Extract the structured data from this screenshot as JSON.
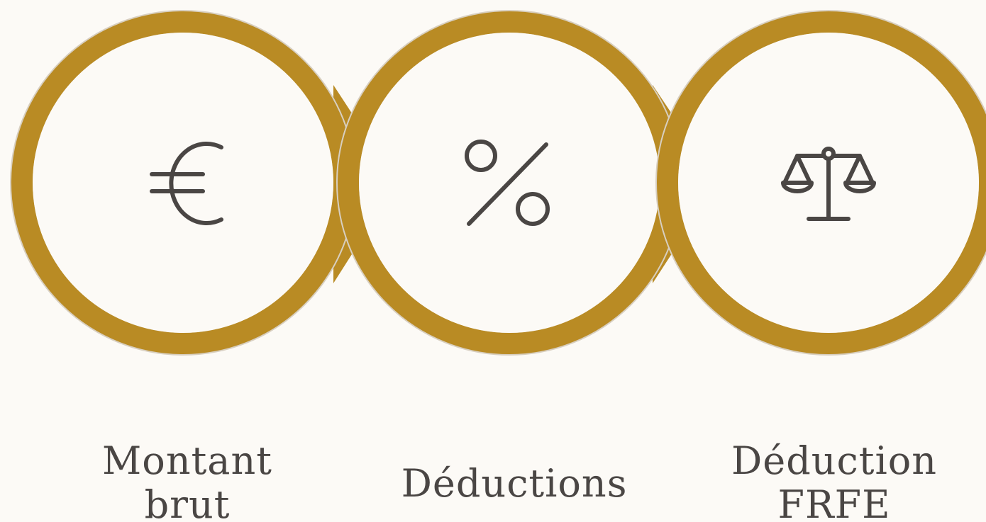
{
  "steps": [
    {
      "icon": "euro-icon",
      "label_lines": [
        "Montant",
        "brut"
      ]
    },
    {
      "icon": "percent-icon",
      "label_lines": [
        "Déductions"
      ]
    },
    {
      "icon": "scales-icon",
      "label_lines": [
        "Déduction",
        "FRFE"
      ]
    }
  ],
  "colors": {
    "ring": "#b98b24",
    "ring_edge": "#d8cfc0",
    "icon": "#4a4644",
    "background": "#fcfaf6",
    "text": "#4a4644"
  }
}
